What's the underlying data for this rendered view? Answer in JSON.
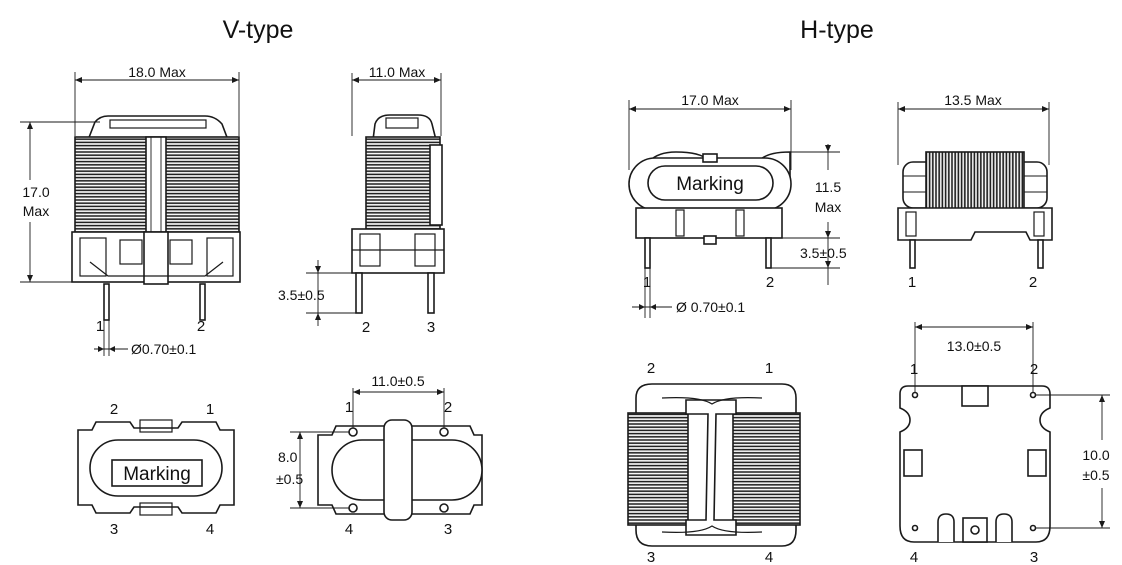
{
  "titles": {
    "v_type": "V-type",
    "h_type": "H-type"
  },
  "v_type": {
    "front": {
      "width": "18.0 Max",
      "height_line1": "17.0",
      "height_line2": "Max",
      "pin_left": "1",
      "pin_right": "2",
      "pin_dia": "Ø0.70±0.1"
    },
    "side": {
      "width": "11.0 Max",
      "pin_len": "3.5±0.5",
      "pin_left": "2",
      "pin_right": "3"
    },
    "top": {
      "marking": "Marking",
      "p_tl": "2",
      "p_tr": "1",
      "p_bl": "3",
      "p_br": "4"
    },
    "bottom": {
      "pitch": "11.0±0.5",
      "height_line1": "8.0",
      "height_line2": "±0.5",
      "p_tl": "1",
      "p_tr": "2",
      "p_bl": "4",
      "p_br": "3"
    }
  },
  "h_type": {
    "front": {
      "width": "17.0 Max",
      "marking": "Marking",
      "height_line1": "11.5",
      "height_line2": "Max",
      "pin_len": "3.5±0.5",
      "pin_left": "1",
      "pin_right": "2",
      "pin_dia": "Ø 0.70±0.1"
    },
    "side": {
      "width": "13.5 Max",
      "pin_left": "1",
      "pin_right": "2"
    },
    "top": {
      "p_tl": "2",
      "p_tr": "1",
      "p_bl": "3",
      "p_br": "4"
    },
    "bottom": {
      "pitch": "13.0±0.5",
      "height_line1": "10.0",
      "height_line2": "±0.5",
      "p_tl": "1",
      "p_tr": "2",
      "p_bl": "4",
      "p_br": "3"
    }
  }
}
